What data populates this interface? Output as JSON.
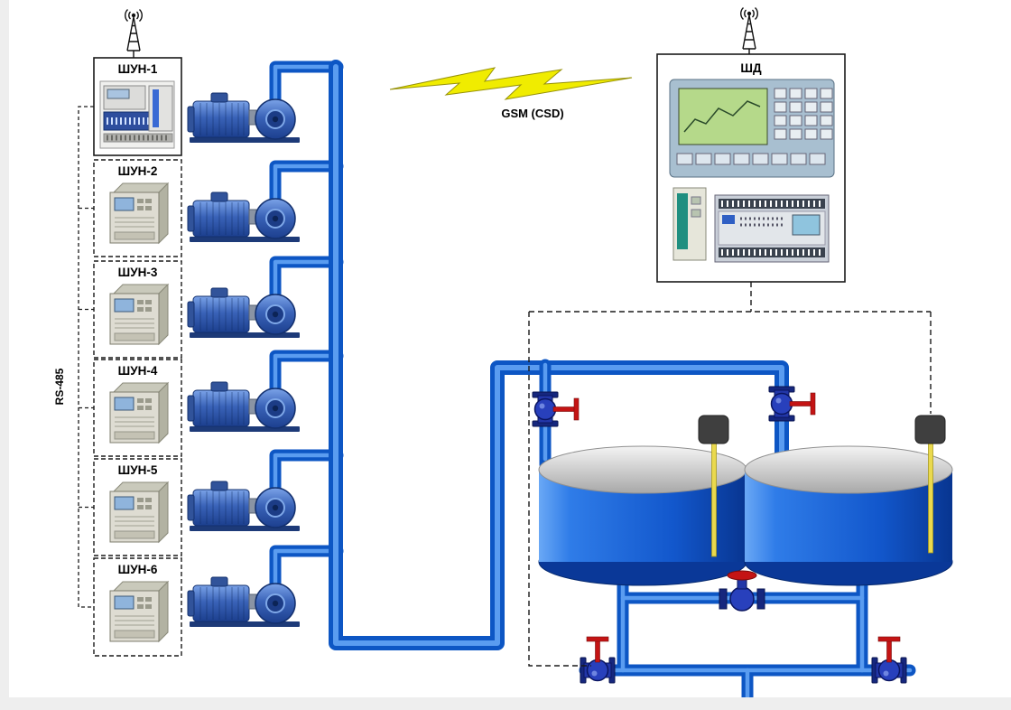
{
  "labels": {
    "gsm_link": "GSM (CSD)",
    "rs485_bus": "RS-485",
    "dispatcher_cabinet": "ШД"
  },
  "controllers": [
    {
      "label": "ШУН-1"
    },
    {
      "label": "ШУН-2"
    },
    {
      "label": "ШУН-3"
    },
    {
      "label": "ШУН-4"
    },
    {
      "label": "ШУН-5"
    },
    {
      "label": "ШУН-6"
    }
  ],
  "equipment": {
    "pumps_count": 6,
    "tanks_count": 2,
    "valves_count": 5,
    "level_sensors_count": 2
  },
  "colors": {
    "pipe": "#0d56c4",
    "pipe_highlight": "#5a9cf0",
    "tank_body": "#1257cc",
    "tank_top": "#d9d9d9",
    "valve_body": "#2840bc",
    "valve_handle": "#c41414",
    "lightning": "#f0ec00",
    "sensor_rod": "#ead94e",
    "sensor_cap": "#3f3f3f"
  }
}
